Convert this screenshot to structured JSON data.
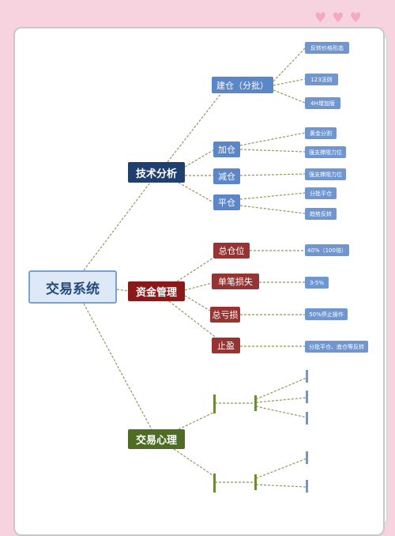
{
  "decor": {
    "heart_color": "#f4a9c1",
    "hearts": [
      "♥",
      "♥",
      "♥"
    ]
  },
  "root": {
    "label": "交易系统"
  },
  "tech": {
    "label": "技术分析",
    "build": {
      "label": "建仓（分批）",
      "items": [
        "反转价格形态",
        "123法则",
        "4H增加版"
      ]
    },
    "add": {
      "label": "加仓",
      "items": [
        "黄金分割",
        "强支撑阻力位"
      ]
    },
    "reduce": {
      "label": "减仓",
      "items": [
        "强支撑阻力位"
      ]
    },
    "close": {
      "label": "平仓",
      "items": [
        "分批平仓",
        "趋势反转"
      ]
    }
  },
  "money": {
    "label": "资金管理",
    "total_position": {
      "label": "总仓位",
      "value": "40%（100倍）"
    },
    "single_loss": {
      "label": "单笔损失",
      "value": "3-5%"
    },
    "total_loss": {
      "label": "总亏损",
      "value": "50%停止操作"
    },
    "take_profit": {
      "label": "止盈",
      "value": "分批平仓、底仓等反转"
    }
  },
  "psychology": {
    "label": "交易心理"
  }
}
